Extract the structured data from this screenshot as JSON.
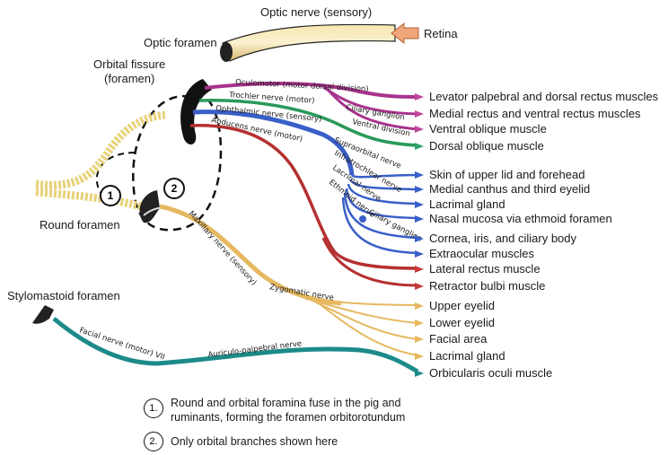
{
  "labels": {
    "optic_nerve": "Optic nerve (sensory)",
    "optic_foramen": "Optic foramen",
    "retina": "Retina",
    "orbital_fissure_1": "Orbital fissure",
    "orbital_fissure_2": "(foramen)",
    "round_foramen": "Round foramen",
    "stylomastoid_foramen": "Stylomastoid foramen"
  },
  "nerves": {
    "oculomotor": "Oculomotor (motor dorsal division)",
    "ciliary_ganglion_top": "Ciliary ganglion",
    "ventral_division": "Ventral division",
    "trochlear": "Trochler nerve (motor)",
    "ophthalmic": "Ophthalmic nerve (sensory)",
    "abducens": "Abducens nerve (motor)",
    "supraorbital": "Supraorbital nerve",
    "infratrochlear": "Infratrochlear nerve",
    "lacrimal": "Lacrimal nerve",
    "ethmoid": "Ethmoid nerve",
    "ciliary_ganglion_bottom": "Ciliary ganglion",
    "maxillary": "Maxillary nerve (sensory)",
    "zygomatic": "Zygomatic nerve",
    "facial": "Facial nerve (motor) VII",
    "auriculo_palpebral": "Auriculo-palpebral nerve"
  },
  "targets": [
    {
      "text": "Levator palpebral and dorsal rectus muscles",
      "color": "#c0479a"
    },
    {
      "text": "Medial rectus and ventral rectus muscles",
      "color": "#c0479a"
    },
    {
      "text": "Ventral oblique muscle",
      "color": "#c0479a"
    },
    {
      "text": "Dorsal oblique muscle",
      "color": "#2fa36a"
    },
    {
      "text": "Skin of upper lid and forehead",
      "color": "#3a5fc8"
    },
    {
      "text": "Medial canthus and third eyelid",
      "color": "#3a5fc8"
    },
    {
      "text": "Lacrimal gland",
      "color": "#3a5fc8"
    },
    {
      "text": "Nasal mucosa via ethmoid foramen",
      "color": "#3a5fc8"
    },
    {
      "text": "Cornea, iris, and ciliary body",
      "color": "#3a5fc8"
    },
    {
      "text": "Extraocular muscles",
      "color": "#3a5fc8"
    },
    {
      "text": "Lateral rectus muscle",
      "color": "#c83a3a"
    },
    {
      "text": "Retractor bulbi muscle",
      "color": "#c83a3a"
    },
    {
      "text": "Upper eyelid",
      "color": "#e6b860"
    },
    {
      "text": "Lower eyelid",
      "color": "#e6b860"
    },
    {
      "text": "Facial area",
      "color": "#e6b860"
    },
    {
      "text": "Lacrimal gland",
      "color": "#e6b860"
    },
    {
      "text": "Orbicularis oculi muscle",
      "color": "#1d8a8a"
    }
  ],
  "markers": {
    "one": "1",
    "two": "2"
  },
  "notes": {
    "one_num": "1.",
    "one_line1": "Round and orbital foramina fuse in the pig and",
    "one_line2": "ruminants, forming the foramen orbitorotundum",
    "two_num": "2.",
    "two_line": "Only orbital branches shown here"
  }
}
